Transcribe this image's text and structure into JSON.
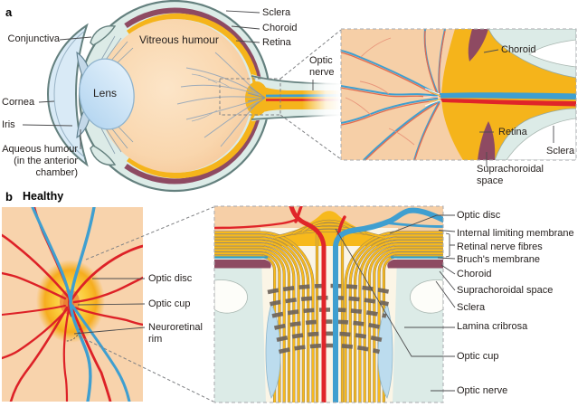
{
  "figure": {
    "panel_a": {
      "letter": "a",
      "labels": {
        "conjunctiva": "Conjunctiva",
        "cornea": "Cornea",
        "iris": "Iris",
        "aqueous_line1": "Aqueous humour",
        "aqueous_line2": "(in the anterior",
        "aqueous_line3": "chamber)",
        "lens": "Lens",
        "vitreous": "Vitreous humour",
        "sclera": "Sclera",
        "choroid": "Choroid",
        "retina": "Retina",
        "optic_nerve_line1": "Optic",
        "optic_nerve_line2": "nerve"
      },
      "inset_labels": {
        "choroid": "Choroid",
        "retina": "Retina",
        "sclera": "Sclera",
        "suprachoroidal_line1": "Suprachoroidal",
        "suprachoroidal_line2": "space"
      }
    },
    "panel_b": {
      "letter": "b",
      "title": "Healthy",
      "fundus_labels": {
        "optic_disc": "Optic disc",
        "optic_cup": "Optic cup",
        "rim_line1": "Neuroretinal",
        "rim_line2": "rim"
      },
      "inset_labels": {
        "optic_disc": "Optic disc",
        "ilm": "Internal limiting membrane",
        "rnf": "Retinal nerve fibres",
        "bruchs": "Bruch's membrane",
        "choroid": "Choroid",
        "suprachoroidal": "Suprachoroidal space",
        "sclera": "Sclera",
        "lamina": "Lamina cribrosa",
        "optic_cup": "Optic cup",
        "optic_nerve": "Optic nerve"
      }
    },
    "palette": {
      "sclera_fill": "#dcebe7",
      "sclera_outline": "#64807e",
      "choroid_maroon": "#8e4a62",
      "retina_yellow": "#f5b41b",
      "vitreous_peach": "#f6cb9d",
      "fundus_peach": "#f8d3ac",
      "artery_red": "#e02529",
      "vein_blue": "#3f9fd0",
      "lamina_gray": "#6e635a",
      "label_color": "#26211f",
      "background": "#ffffff"
    }
  }
}
